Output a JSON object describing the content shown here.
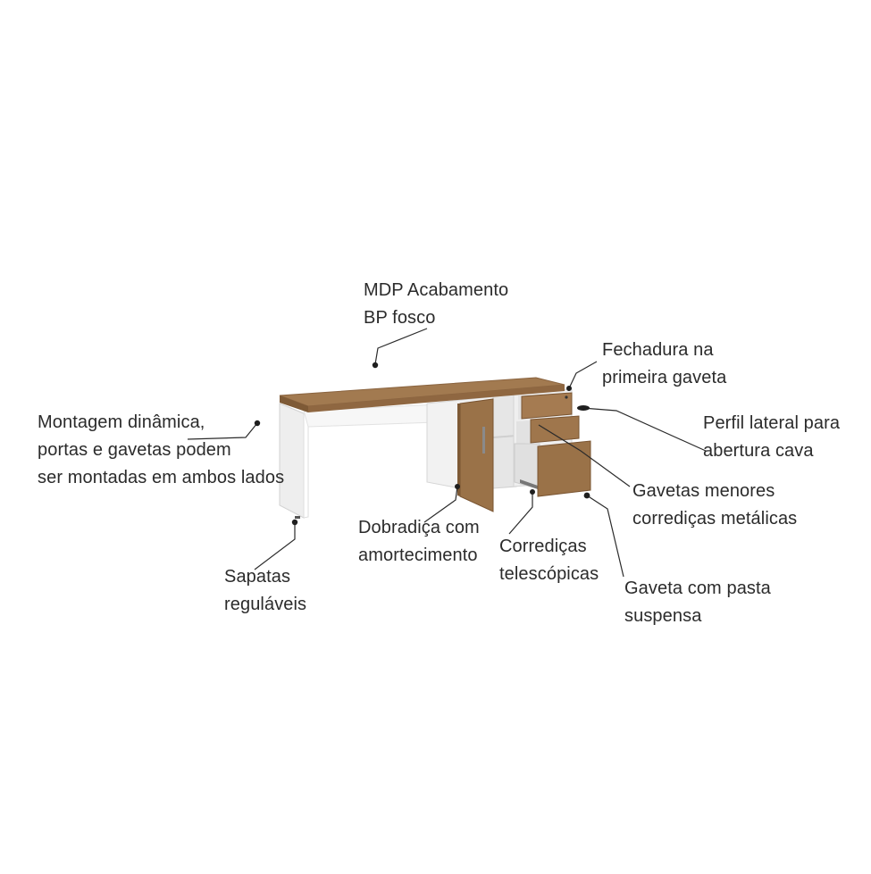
{
  "colors": {
    "wood": "#9a7248",
    "wood_dark": "#7e5a36",
    "wood_light": "#b48a5e",
    "white_panel": "#f3f3f3",
    "white_shade": "#dcdcdc",
    "interior": "#e8e8e8",
    "text": "#2b2b2b",
    "leader": "#2b2b2b"
  },
  "callouts": {
    "mdp": [
      "MDP Acabamento",
      "BP fosco"
    ],
    "fechadura": [
      "Fechadura na",
      "primeira gaveta"
    ],
    "montagem": [
      "Montagem dinâmica,",
      "portas e gavetas podem",
      "ser montadas em ambos lados"
    ],
    "perfil": [
      "Perfil lateral para",
      "abertura cava"
    ],
    "gavetas_menores": [
      "Gavetas menores",
      "corrediças metálicas"
    ],
    "dobradica": [
      "Dobradiça com",
      "amortecimento"
    ],
    "corredicas": [
      "Corrediças",
      "telescópicas"
    ],
    "sapatas": [
      "Sapatas",
      "reguláveis"
    ],
    "gaveta_pasta": [
      "Gaveta com pasta",
      "suspensa"
    ]
  },
  "icons": {
    "pointer_dot": "filled-circle",
    "lock": "keyhole"
  }
}
